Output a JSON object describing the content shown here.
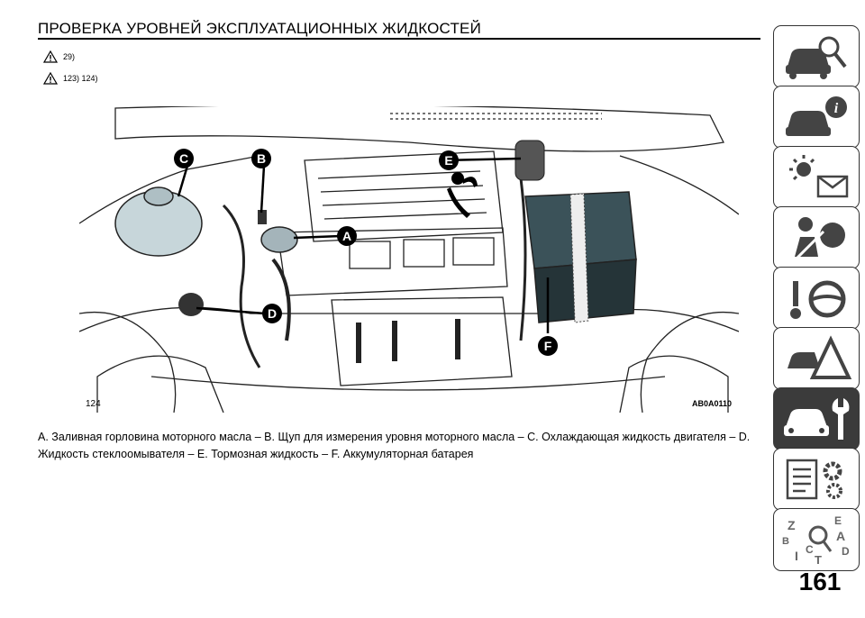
{
  "header": {
    "title": "ПРОВЕРКА УРОВНЕЙ ЭКСПЛУАТАЦИОННЫХ ЖИДКОСТЕЙ"
  },
  "warnings": [
    {
      "icon": "warning-triangle-icon",
      "refs": "29)"
    },
    {
      "icon": "warning-triangle-icon",
      "refs": "123) 124)"
    }
  ],
  "figure": {
    "number": "124",
    "code": "AB0A0110",
    "labels": [
      "A",
      "B",
      "C",
      "D",
      "E",
      "F"
    ]
  },
  "caption": "A. Заливная горловина моторного масла – B. Щуп для измерения уровня моторного масла – C. Охлаждающая жидкость двигателя – D. Жидкость стеклоомывателя – E. Тормозная жидкость – F. Аккумуляторная батарея",
  "sidebar": {
    "tabs": [
      {
        "name": "car-search-tab",
        "active": false
      },
      {
        "name": "car-info-tab",
        "active": false
      },
      {
        "name": "warning-lights-tab",
        "active": false
      },
      {
        "name": "safety-airbag-tab",
        "active": false
      },
      {
        "name": "driving-steering-tab",
        "active": false
      },
      {
        "name": "emergency-tab",
        "active": false
      },
      {
        "name": "maintenance-tab",
        "active": true
      },
      {
        "name": "technical-data-tab",
        "active": false
      },
      {
        "name": "index-tab",
        "active": false
      }
    ],
    "index_letters": [
      "Z",
      "E",
      "B",
      "A",
      "C",
      "D",
      "I",
      "T"
    ]
  },
  "footer": {
    "page_number": "161"
  },
  "colors": {
    "accent": "#3b3b3b",
    "line": "#000000"
  }
}
